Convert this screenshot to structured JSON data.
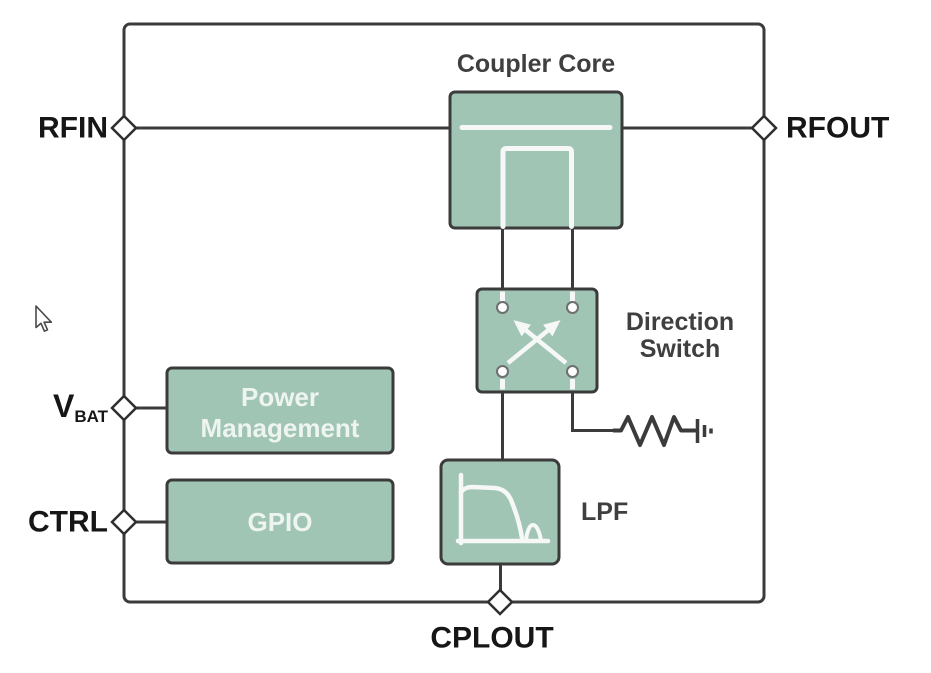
{
  "diagram": {
    "type": "functional-block-diagram",
    "pins": {
      "rfin": "RFIN",
      "rfout": "RFOUT",
      "vbat_main": "V",
      "vbat_sub": "BAT",
      "ctrl": "CTRL",
      "cplout": "CPLOUT"
    },
    "blocks": {
      "coupler_core": {
        "label": "Coupler Core"
      },
      "direction_switch": {
        "label_line1": "Direction",
        "label_line2": "Switch"
      },
      "power_management": {
        "label_line1": "Power",
        "label_line2": "Management"
      },
      "gpio": {
        "label": "GPIO"
      },
      "lpf": {
        "label": "LPF"
      }
    },
    "colors": {
      "block_fill": "#a1c5b5",
      "wire_stroke": "#3b3b3b",
      "pin_text": "#161616",
      "block_title_text": "#3f3f3f",
      "block_inner_white": "#f5f8f6"
    }
  }
}
